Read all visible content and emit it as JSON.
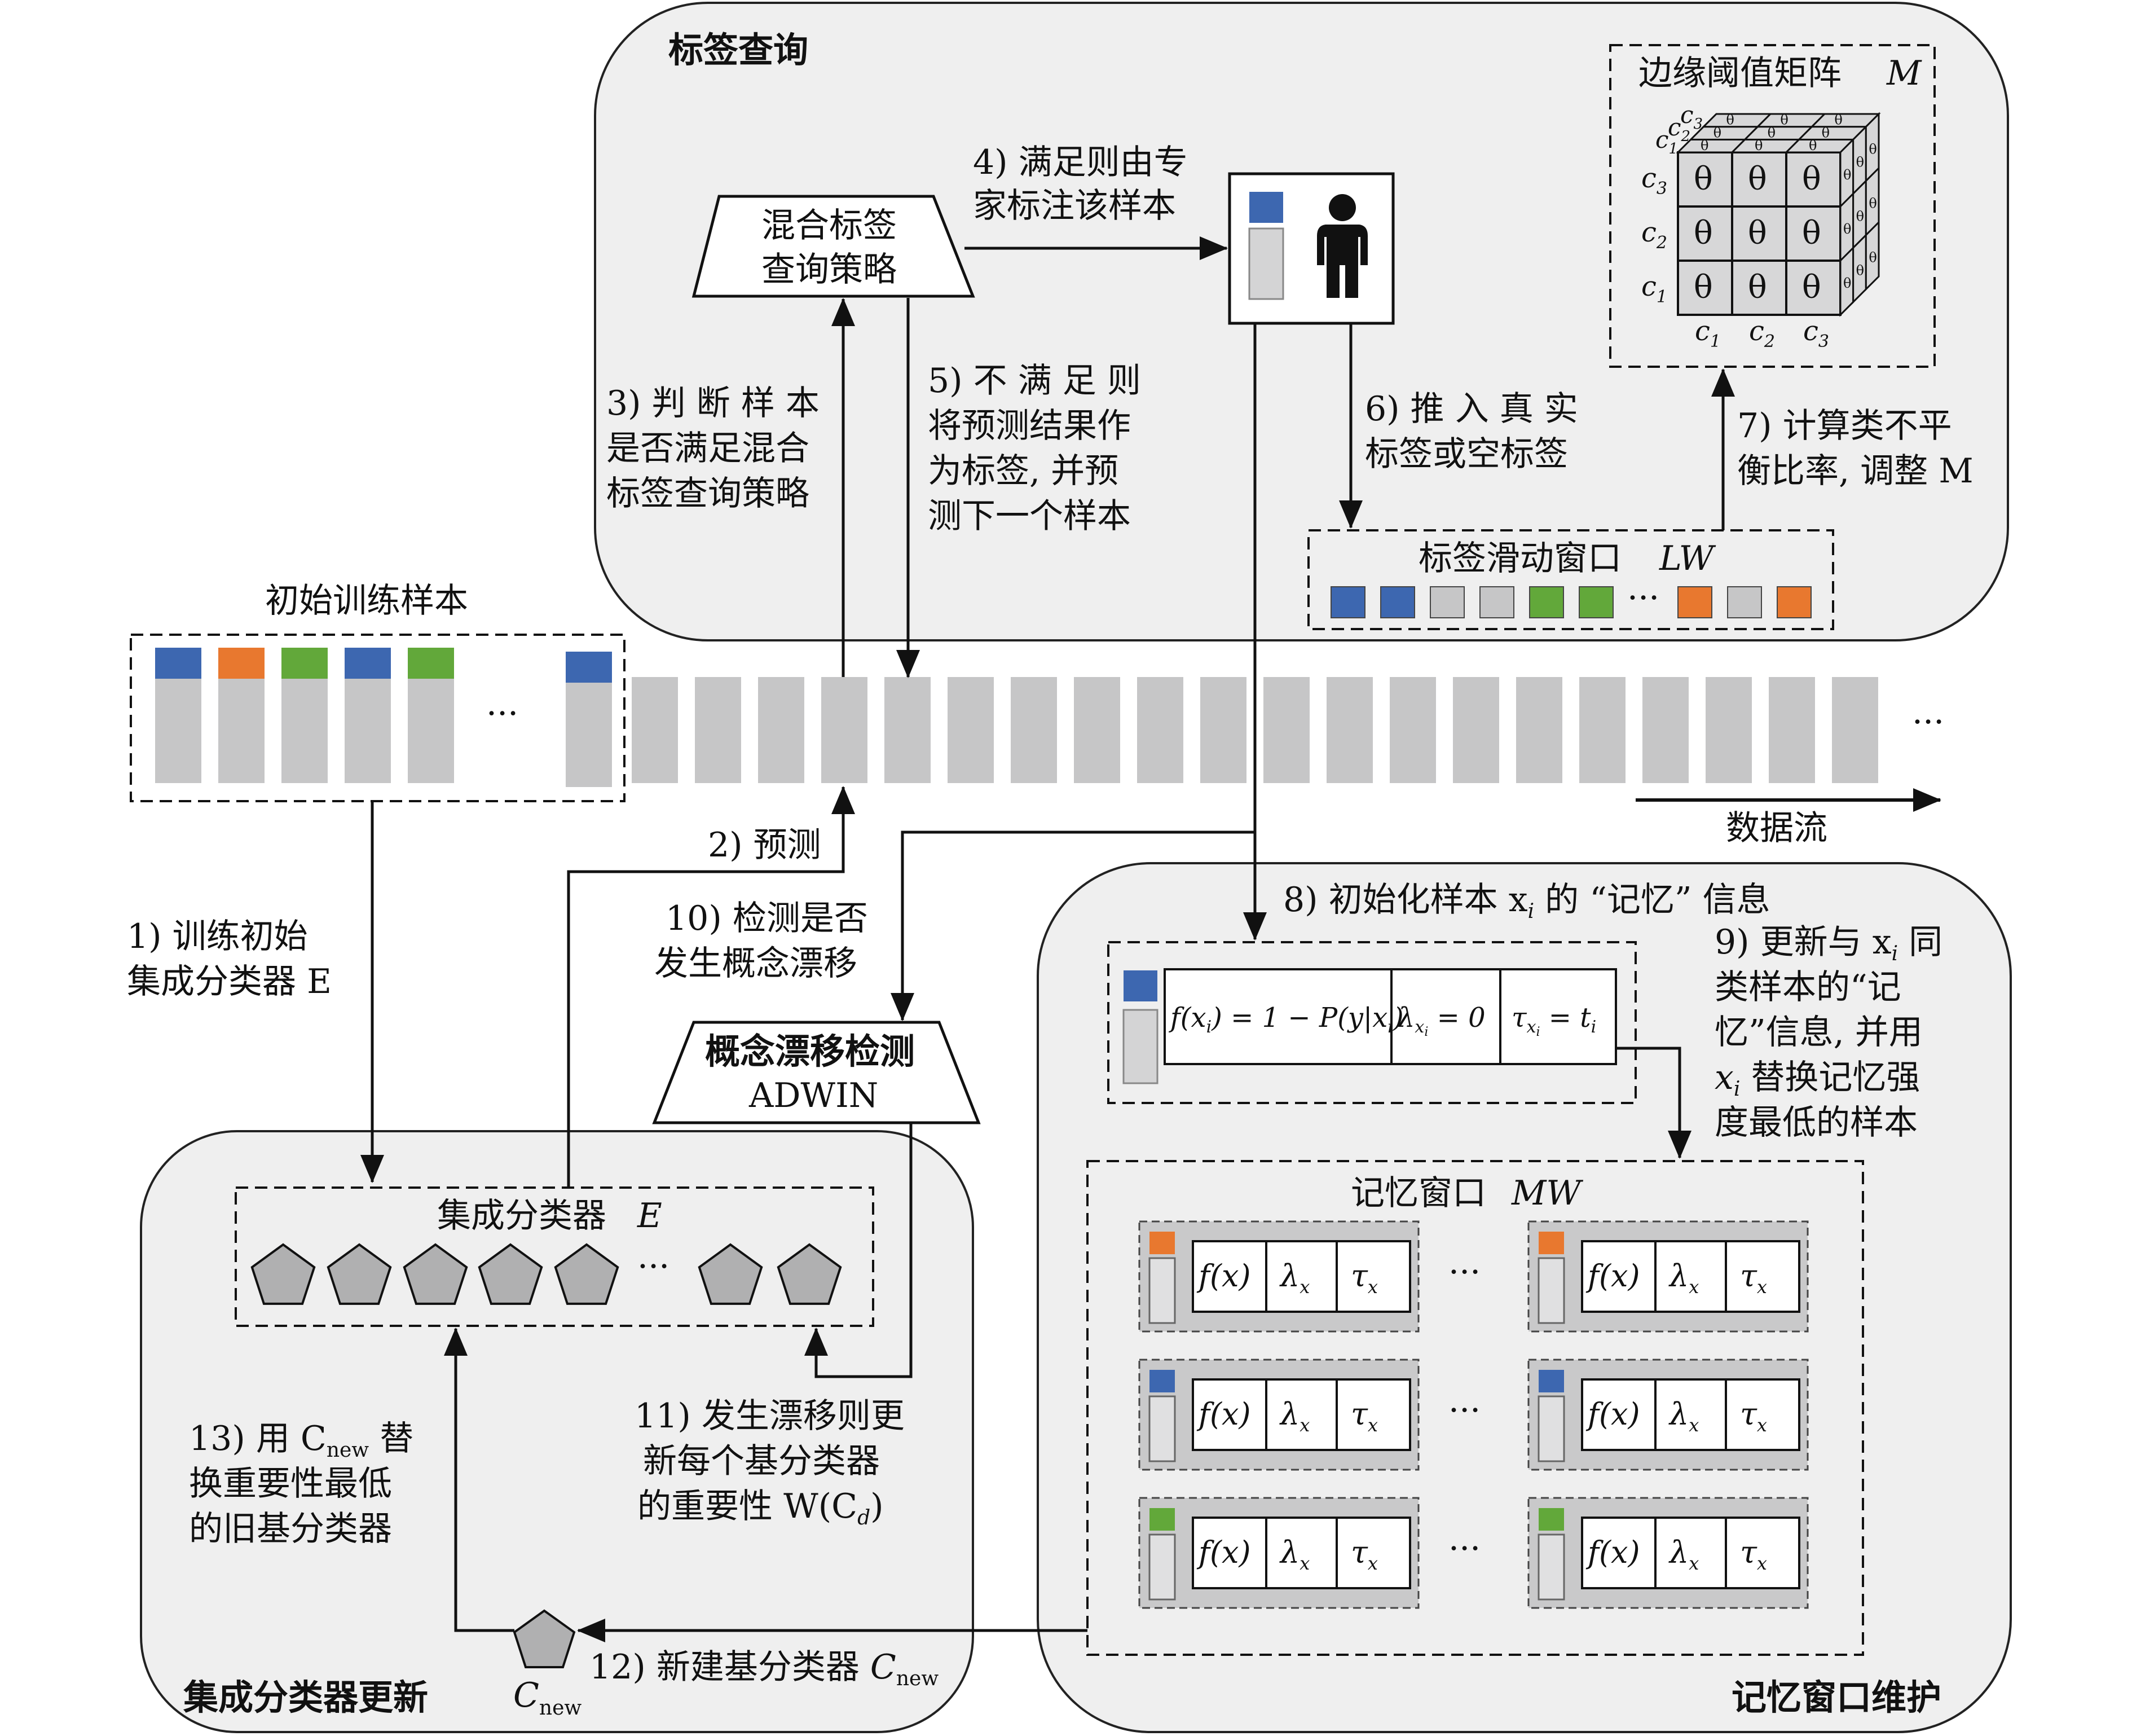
{
  "colors": {
    "blue": "#3d67b0",
    "orange": "#e8782f",
    "green": "#62a83a",
    "gray": "#c6c6c7",
    "panel": "#efefef"
  },
  "panels": {
    "query": "标签查询",
    "ensemble_update": "集成分类器更新",
    "memory_maintenance": "记忆窗口维护"
  },
  "initial_samples": {
    "label": "初始训练样本",
    "ellipsis": "···"
  },
  "stream": {
    "label": "数据流",
    "ellipsis": "···"
  },
  "hybrid_strategy": {
    "line1": "混合标签",
    "line2": "查询策略"
  },
  "matrix": {
    "title": "边缘阈值矩阵",
    "symbol": "M",
    "cell": "θ",
    "c1": "c",
    "c2": "c",
    "c3": "c",
    "s1": "1",
    "s2": "2",
    "s3": "3"
  },
  "label_window": {
    "title": "标签滑动窗口",
    "symbol": "LW",
    "ellipsis": "···"
  },
  "drift": {
    "title": "概念漂移检测",
    "subtitle": "ADWIN"
  },
  "ensemble": {
    "title": "集成分类器",
    "symbol": "E",
    "ellipsis": "···"
  },
  "memory_window": {
    "title": "记忆窗口",
    "symbol": "MW",
    "ellipsis": "···"
  },
  "init_record": {
    "f": "f(x",
    "f2": ") = 1 − P(y|x",
    "f3": ")",
    "lambda": "λ",
    "lambda_eq": " = 0",
    "tau": "τ",
    "tau_eq": " = t",
    "sub_i": "i"
  },
  "mem_cell": {
    "f": "f(x)",
    "lambda": "λ",
    "tau": "τ",
    "sub": "x"
  },
  "cnew": {
    "c": "C",
    "sub": "new"
  },
  "steps": {
    "s1_l1": "1) 训练初始",
    "s1_l2": "集成分类器 E",
    "s2": "2) 预测",
    "s3_l1": "3) 判 断 样 本",
    "s3_l2": "是否满足混合",
    "s3_l3": "标签查询策略",
    "s4_l1": "4) 满足则由专",
    "s4_l2": "家标注该样本",
    "s5_l1": "5) 不 满 足 则",
    "s5_l2": "将预测结果作",
    "s5_l3": "为标签, 并预",
    "s5_l4": "测下一个样本",
    "s6_l1": "6) 推 入 真 实",
    "s6_l2": "标签或空标签",
    "s7_l1": "7) 计算类不平",
    "s7_l2": "衡比率, 调整 M",
    "s8": "8) 初始化样本 x",
    "s8_b": " 的 “记忆” 信息",
    "s9_l1": "9) 更新与 x",
    "s9_l1b": " 同",
    "s9_l2": "类样本的“记",
    "s9_l3": "忆”信息, 并用",
    "s9_l4": "x",
    "s9_l4b": " 替换记忆强",
    "s9_l5": "度最低的样本",
    "s10_l1": "10) 检测是否",
    "s10_l2": "发生概念漂移",
    "s11_l1": "11) 发生漂移则更",
    "s11_l2": "新每个基分类器",
    "s11_l3": "的重要性 W(C",
    "s11_l3b": ")",
    "s11_d": "d",
    "s12": "12) 新建基分类器 ",
    "s13_l1": "13) 用 C",
    "s13_l1b": " 替",
    "s13_l2": "换重要性最低",
    "s13_l3": "的旧基分类器"
  }
}
